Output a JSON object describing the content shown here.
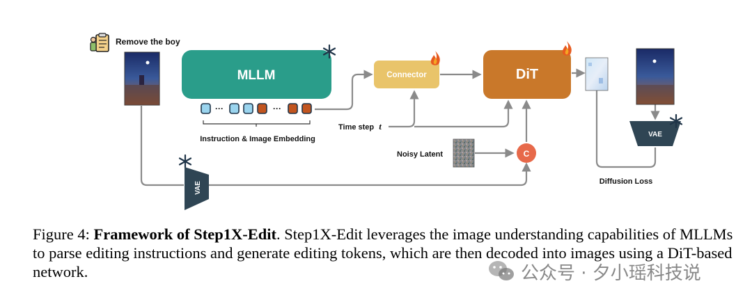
{
  "diagram": {
    "instruction_text": "Remove the boy",
    "mllm_label": "MLLM",
    "connector_label": "Connector",
    "dit_label": "DiT",
    "embedding_label": "Instruction & Image Embedding",
    "time_step_label": "Time step",
    "time_step_symbol": "t",
    "noisy_latent_label": "Noisy Latent",
    "concat_label": "C",
    "vae_left_label": "VAE",
    "vae_right_label": "VAE",
    "diffusion_loss_label": "Diffusion Loss",
    "token_ellipsis": "···",
    "colors": {
      "mllm": "#2a9d8a",
      "connector": "#e9c46a",
      "dit": "#c9782a",
      "vae": "#2f4554",
      "token_blue": "#9ad4ee",
      "token_orange": "#c2551f",
      "concat": "#e7694a",
      "arrow": "#8a8a8a"
    },
    "icons": [
      "snowflake-icon",
      "flame-icon",
      "clipboard-person-icon"
    ]
  },
  "caption": {
    "prefix": "Figure 4: ",
    "title": "Framework of Step1X-Edit",
    "body": ". Step1X-Edit leverages the image understanding capabilities of MLLMs to parse editing instructions and generate editing tokens, which are then decoded into images using a DiT-based network."
  },
  "watermark": {
    "text": "公众号 · 夕小瑶科技说"
  }
}
